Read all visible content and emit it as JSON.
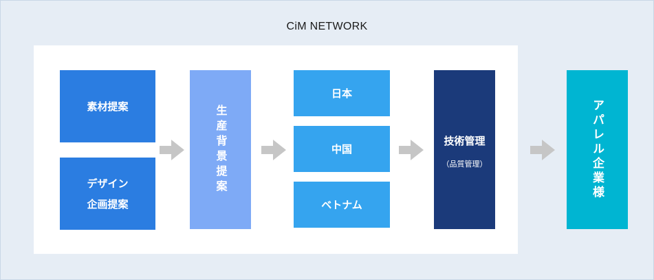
{
  "title": "CiM NETWORK",
  "boxes": {
    "material": "素材提案",
    "design_line1": "デザイン",
    "design_line2": "企画提案",
    "production": "生産背景提案",
    "japan": "日本",
    "china": "中国",
    "vietnam": "ベトナム",
    "tech": "技術管理",
    "tech_sub": "（品質管理）",
    "apparel": "アパレル企業様"
  },
  "colors": {
    "blue_primary": "#2b7de1",
    "blue_light": "#7eaaf6",
    "blue_country": "#35a4ef",
    "navy": "#1b3a7a",
    "teal": "#00b5d2",
    "arrow": "#c6c6c6"
  }
}
